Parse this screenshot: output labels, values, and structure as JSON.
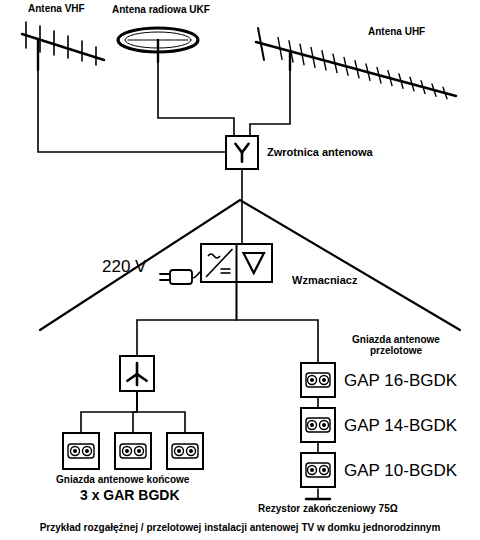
{
  "diagram": {
    "caption": "Przykład rozgałęźnej / przelotowej instalacji antenowej TV w domku jednorodzinnym",
    "nodes": [
      {
        "text": [
          "Zwrotnica antenowa"
        ]
      },
      {
        "text": [
          "Wzmacniacz"
        ]
      },
      {
        "text": []
      },
      {
        "text": []
      },
      {
        "text": []
      },
      {
        "text": []
      },
      {
        "text": [
          "GAP 16-BGDK"
        ]
      },
      {
        "text": [
          "GAP 14-BGDK"
        ]
      },
      {
        "text": [
          "GAP 10-BGDK"
        ]
      }
    ],
    "edges": [
      {
        "from": 0,
        "to": 1,
        "arrow": "none"
      },
      {
        "from": 1,
        "to": 2,
        "arrow": "none"
      },
      {
        "from": 1,
        "to": 6,
        "arrow": "none"
      },
      {
        "from": 2,
        "to": 3,
        "arrow": "none"
      },
      {
        "from": 2,
        "to": 4,
        "arrow": "none"
      },
      {
        "from": 2,
        "to": 5,
        "arrow": "none"
      },
      {
        "from": 6,
        "to": 7,
        "arrow": "none"
      },
      {
        "from": 7,
        "to": 8,
        "arrow": "none"
      }
    ],
    "labels": [
      "Antena VHF",
      "Antena radiowa UKF",
      "Antena UHF",
      "220 V",
      "Gniazda antenowe przelotowe",
      "Gniazda antenowe końcowe",
      "3 x GAR BGDK",
      "Rezystor zakończeniowy 75Ω"
    ]
  }
}
